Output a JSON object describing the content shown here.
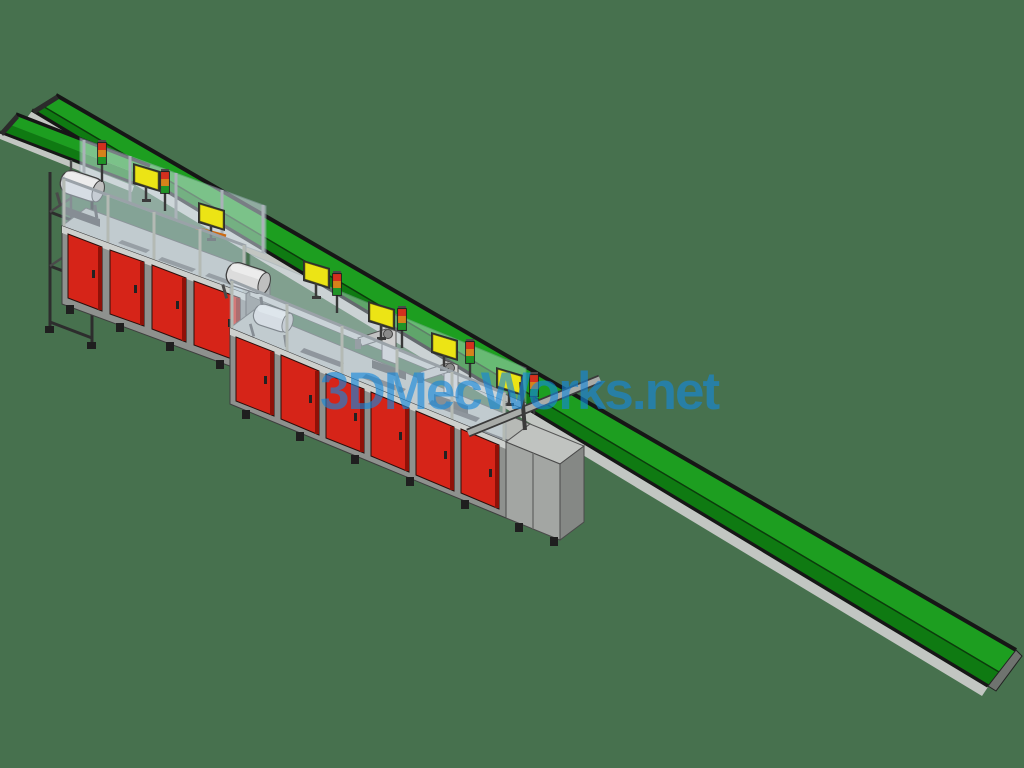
{
  "watermark": {
    "text": "3DMecWorks.net",
    "color": "#1488DC"
  },
  "scene": {
    "type": "3d-cad-render",
    "subject": "automated-assembly-production-line-with-long-belt-conveyor",
    "background_color": "#47714E",
    "colors": {
      "belt_green_top": "#1D9E20",
      "belt_green_side": "#0F7A12",
      "belt_rail_black": "#161616",
      "cabinet_red": "#D62418",
      "cabinet_red_shade": "#8F1108",
      "machine_gray": "#B7BAB6",
      "machine_gray_dark": "#8E918E",
      "monitor_yellow": "#ECE415",
      "safety_glass_blue": "#CFE0EE",
      "stack_light_red": "#D3301E",
      "stack_light_amber": "#D5821A",
      "stack_light_green": "#209427"
    },
    "counts": {
      "conveyors": 2,
      "workstation_groups": 2,
      "yellow_monitors": 6,
      "stack_lights": 6,
      "red_cabinet_doors": 10,
      "film_rollers": 3,
      "robot_arms": 2
    }
  }
}
